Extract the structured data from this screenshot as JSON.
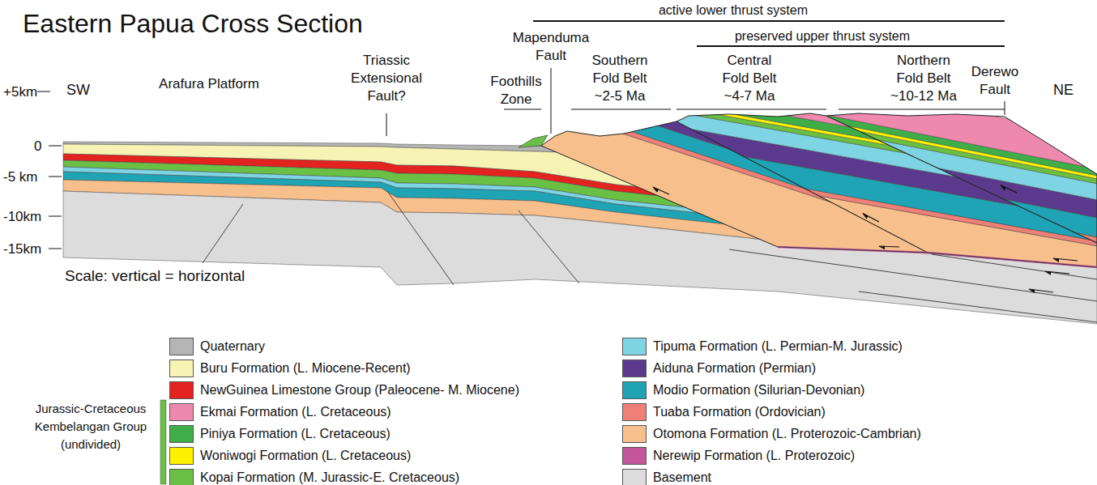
{
  "diagram": {
    "title": "Eastern Papua Cross Section",
    "labels": [
      "active lower thrust system",
      "preserved upper thrust system",
      "Mapenduma Fault",
      "Foothills Zone",
      "Southern Fold Belt ~2-5 Ma",
      "Central Fold Belt ~4-7 Ma",
      "Northern Fold Belt ~10-12 Ma",
      "Derewo Fault",
      "SW",
      "NE",
      "Arafura Platform",
      "Triassic Extensional Fault?",
      "+5km",
      "0",
      "-5 km",
      "-10km",
      "-15km",
      "Scale: vertical = horizontal",
      "Jurassic-Cretaceous Kembelangan Group (undivided)"
    ],
    "legend": [
      {
        "text": "Quaternary",
        "color": "#b5b5b5"
      },
      {
        "text": "Buru Formation (L. Miocene-Recent)",
        "color": "#f6f3b5"
      },
      {
        "text": "NewGuinea Limestone Group (Paleocene- M. Miocene)",
        "color": "#e3231f"
      },
      {
        "text": "Ekmai Formation (L. Cretaceous)",
        "color": "#ef88ad"
      },
      {
        "text": "Piniya Formation (L. Cretaceous)",
        "color": "#3fae49"
      },
      {
        "text": "Woniwogi Formation (L. Cretaceous)",
        "color": "#fff200"
      },
      {
        "text": "Kopai Formation (M. Jurassic-E. Cretaceous)",
        "color": "#6abf45"
      },
      {
        "text": "Tipuma Formation (L. Permian-M. Jurassic)",
        "color": "#7fd4e3"
      },
      {
        "text": "Aiduna Formation (Permian)",
        "color": "#5b3a8e"
      },
      {
        "text": "Modio Formation (Silurian-Devonian)",
        "color": "#1fa4b5"
      },
      {
        "text": "Tuaba Formation (Ordovician)",
        "color": "#ee8077"
      },
      {
        "text": "Otomona Formation (L. Proterozoic-Cambrian)",
        "color": "#f6bf8c"
      },
      {
        "text": "Nerewip Formation (L. Proterozoic)",
        "color": "#c4569b"
      },
      {
        "text": "Basement",
        "color": "#dcdcdc"
      }
    ]
  }
}
